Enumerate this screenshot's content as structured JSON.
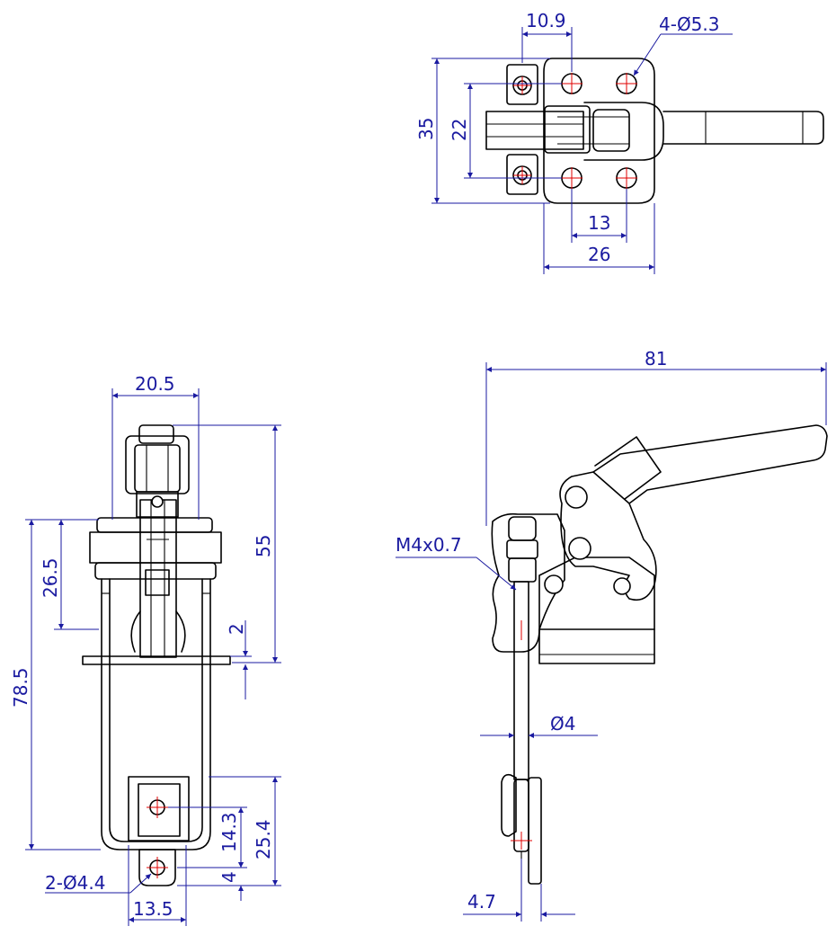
{
  "colors": {
    "outline": "#000000",
    "dimension": "#1a1aa0",
    "centerline": "#e00000",
    "background": "#ffffff"
  },
  "top_view": {
    "dim_pivot_offset": "10.9",
    "dim_mount_holes": "4-Ø5.3",
    "dim_base_height": "35",
    "dim_hole_spacing_vertical": "22",
    "dim_hole_spacing_horizontal": "13",
    "dim_base_width": "26"
  },
  "front_view": {
    "dim_width": "20.5",
    "dim_height_upper": "55",
    "dim_arm_height": "26.5",
    "dim_overall_height": "78.5",
    "dim_base_thickness": "2",
    "dim_strap_length": "25.4",
    "dim_hole_offset": "14.3",
    "dim_tip_offset": "4",
    "dim_tip_holes": "2-Ø4.4",
    "dim_tip_width": "13.5"
  },
  "side_view": {
    "dim_overall_length": "81",
    "dim_thread": "M4x0.7",
    "dim_rod_diameter": "Ø4",
    "dim_tip_thickness": "4.7"
  }
}
